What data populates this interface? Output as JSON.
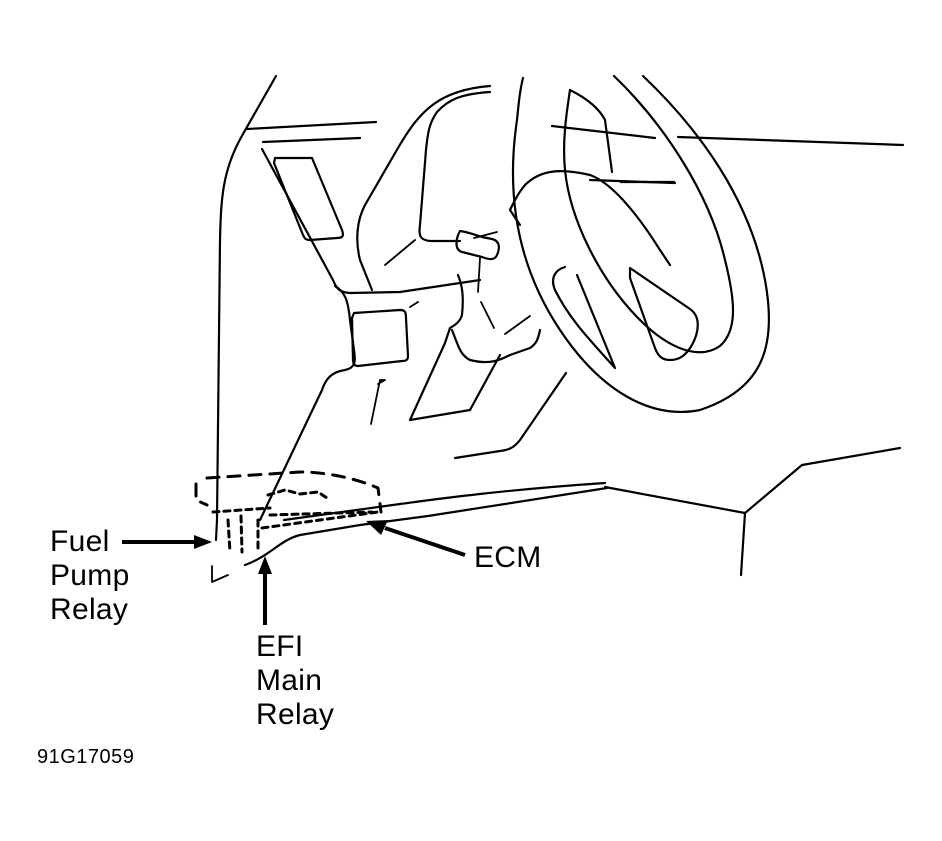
{
  "figure": {
    "id": "91G17059",
    "subject": "Dashboard and steering wheel, relay and ECM location"
  },
  "labels": {
    "fuel_pump_relay": [
      "Fuel",
      "Pump",
      "Relay"
    ],
    "efi_main_relay": [
      "EFI",
      "Main",
      "Relay"
    ],
    "ecm": "ECM"
  },
  "colors": {
    "line": "#000000",
    "background": "#ffffff"
  }
}
